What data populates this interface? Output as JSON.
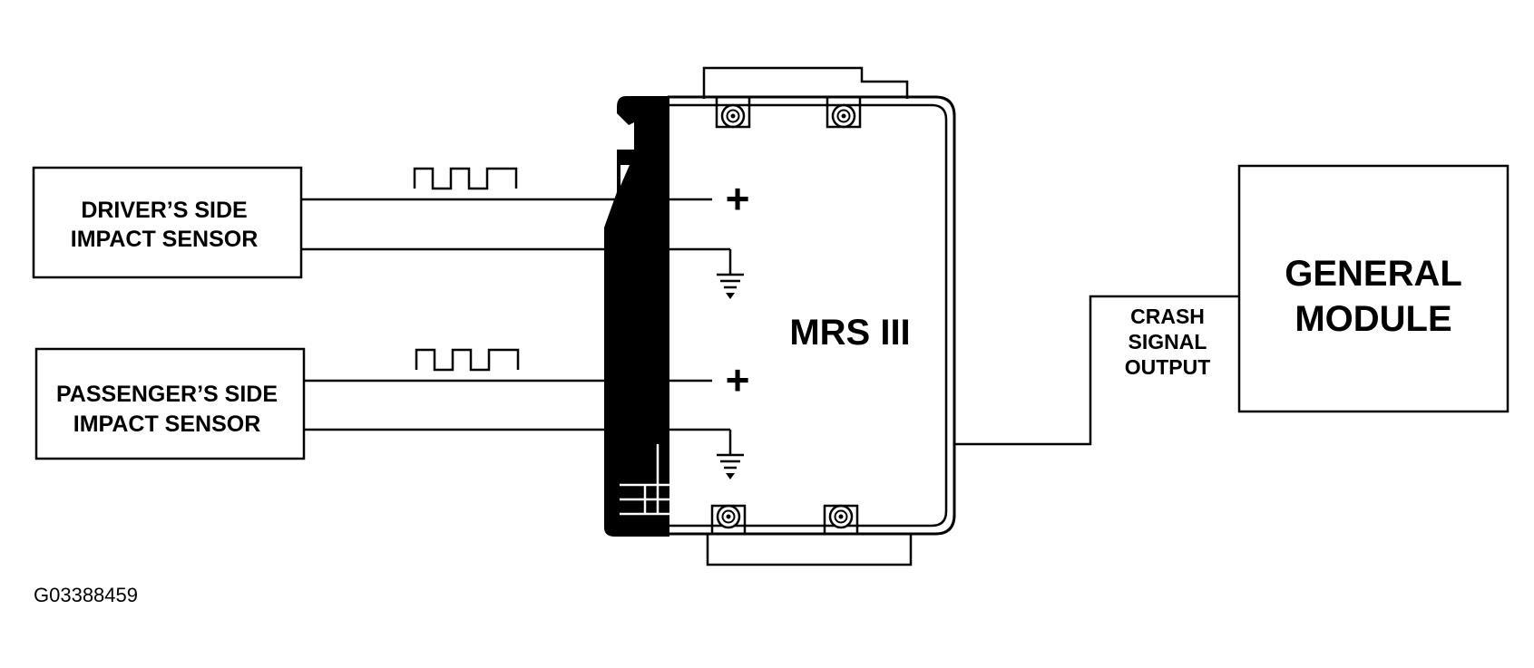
{
  "driver_sensor": {
    "line1": "DRIVER’S SIDE",
    "line2": "IMPACT SENSOR"
  },
  "passenger_sensor": {
    "line1": "PASSENGER’S SIDE",
    "line2": "IMPACT SENSOR"
  },
  "module": {
    "name": "MRS III",
    "plus_symbol": "+"
  },
  "output": {
    "line1": "CRASH",
    "line2": "SIGNAL",
    "line3": "OUTPUT"
  },
  "general_module": {
    "line1": "GENERAL",
    "line2": "MODULE"
  },
  "figure_id": "G03388459"
}
